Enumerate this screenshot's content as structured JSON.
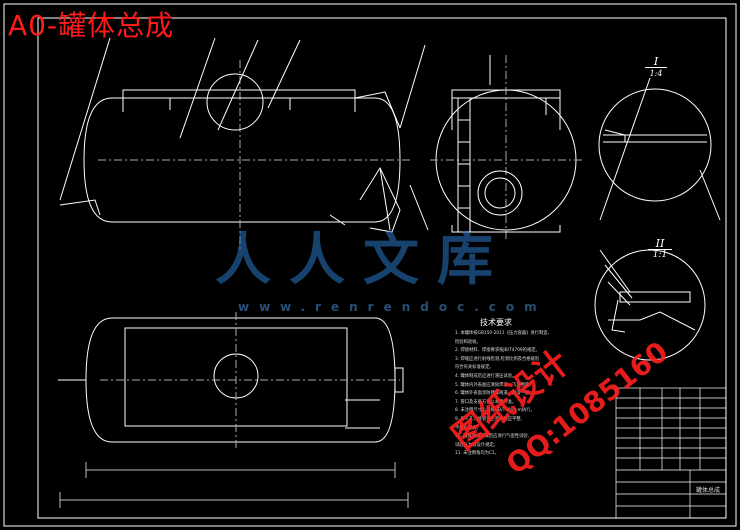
{
  "title": "A0-罐体总成",
  "watermark": {
    "cn": "人人文库",
    "url": "www.renrendoc.com",
    "red1": "图纸设计",
    "red2": "QQ:1085160"
  },
  "views": {
    "detail_i": {
      "roman": "I",
      "scale": "1:4"
    },
    "detail_ii": {
      "roman": "II",
      "scale": "1:1"
    }
  },
  "notes": {
    "title": "技术要求",
    "lines": [
      "1. 本罐体按GB150-2011《压力容器》进行制造、",
      "   检验和验收。",
      "2. 焊接材料、焊接要求按JB/T4709的规定。",
      "3. 焊缝应进行射线检测,检测比例及合格级别",
      "   符合有关标准规定。",
      "4. 罐体制成后应进行液压试验。",
      "5. 罐体内外表面应清除焊渣、飞溅物等。",
      "6. 罐体外表面涂防锈漆两道、面漆一道。",
      "7. 管口及支座方位以本图为准。",
      "8. 未注明尺寸公差按GB/T1804-m执行。",
      "9. 各人孔、接管法兰密封面应平整,",
      "   不得有划痕。",
      "10. 罐体总成完成后应进行气密性试验,",
      "    试验压力按设计规定。",
      "11. 未注倒角均为C1。"
    ]
  },
  "title_block": {
    "name": "罐体总成"
  }
}
